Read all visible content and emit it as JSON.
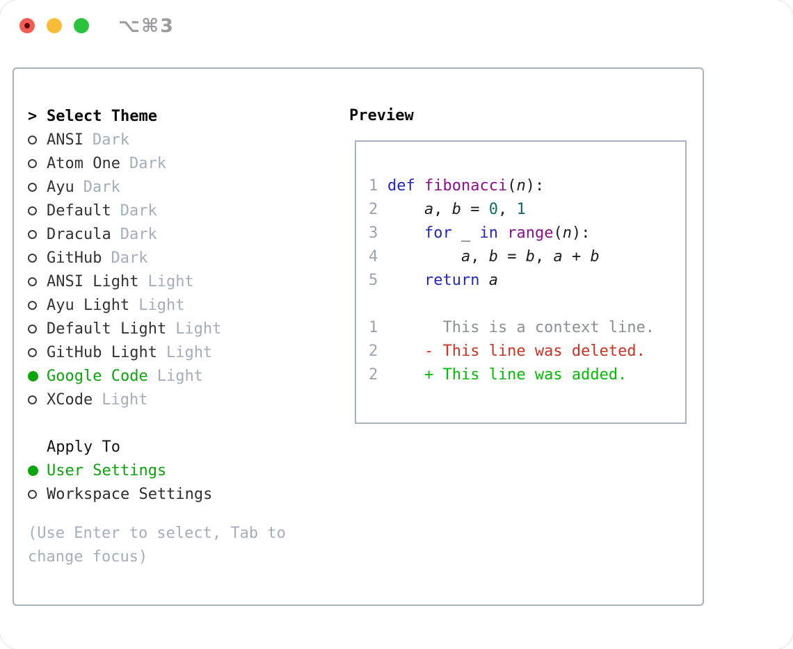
{
  "titlebar": {
    "shortcut": "⌥⌘3",
    "buttons": [
      "close",
      "minimize",
      "zoom"
    ]
  },
  "colors": {
    "accent_green": "#0aa50a",
    "added_green": "#00bd00",
    "deleted_red": "#cb3222",
    "keyword_blue": "#2525c0",
    "type_purple": "#8b0e8b",
    "literal_teal": "#0e6a6a",
    "muted_gray": "#a4adb9",
    "border_gray": "#a9b1ba",
    "traffic_red": "#f45b52",
    "traffic_yellow": "#f8bd35",
    "traffic_green": "#2bc23e"
  },
  "theme_list": {
    "cursor": ">",
    "title": "Select Theme",
    "items": [
      {
        "name": "ANSI",
        "variant": "Dark",
        "selected": false
      },
      {
        "name": "Atom One",
        "variant": "Dark",
        "selected": false
      },
      {
        "name": "Ayu",
        "variant": "Dark",
        "selected": false
      },
      {
        "name": "Default",
        "variant": "Dark",
        "selected": false
      },
      {
        "name": "Dracula",
        "variant": "Dark",
        "selected": false
      },
      {
        "name": "GitHub",
        "variant": "Dark",
        "selected": false
      },
      {
        "name": "ANSI Light",
        "variant": "Light",
        "selected": false
      },
      {
        "name": "Ayu Light",
        "variant": "Light",
        "selected": false
      },
      {
        "name": "Default Light",
        "variant": "Light",
        "selected": false
      },
      {
        "name": "GitHub Light",
        "variant": "Light",
        "selected": false
      },
      {
        "name": "Google Code",
        "variant": "Light",
        "selected": true
      },
      {
        "name": "XCode",
        "variant": "Light",
        "selected": false
      }
    ]
  },
  "apply_to": {
    "title": "Apply To",
    "options": [
      {
        "name": "User Settings",
        "selected": true
      },
      {
        "name": "Workspace Settings",
        "selected": false
      }
    ]
  },
  "help_text": "(Use Enter to select, Tab to change focus)",
  "preview": {
    "title": "Preview",
    "lines": [
      {
        "num": "1",
        "tokens": [
          {
            "t": "def",
            "c": "kwd"
          },
          {
            "t": " ",
            "c": "pln"
          },
          {
            "t": "fibonacci",
            "c": "typ"
          },
          {
            "t": "(",
            "c": "pln"
          },
          {
            "t": "n",
            "c": "var"
          },
          {
            "t": "):",
            "c": "pln"
          }
        ]
      },
      {
        "num": "2",
        "tokens": [
          {
            "t": "    ",
            "c": "pln"
          },
          {
            "t": "a",
            "c": "var"
          },
          {
            "t": ", ",
            "c": "pln"
          },
          {
            "t": "b",
            "c": "var"
          },
          {
            "t": " = ",
            "c": "pln"
          },
          {
            "t": "0",
            "c": "lit"
          },
          {
            "t": ", ",
            "c": "pln"
          },
          {
            "t": "1",
            "c": "lit"
          }
        ]
      },
      {
        "num": "3",
        "tokens": [
          {
            "t": "    ",
            "c": "pln"
          },
          {
            "t": "for",
            "c": "kwd"
          },
          {
            "t": " _ ",
            "c": "pln"
          },
          {
            "t": "in",
            "c": "kwd"
          },
          {
            "t": " ",
            "c": "pln"
          },
          {
            "t": "range",
            "c": "typ"
          },
          {
            "t": "(",
            "c": "pln"
          },
          {
            "t": "n",
            "c": "var"
          },
          {
            "t": "):",
            "c": "pln"
          }
        ]
      },
      {
        "num": "4",
        "tokens": [
          {
            "t": "        ",
            "c": "pln"
          },
          {
            "t": "a",
            "c": "var"
          },
          {
            "t": ", ",
            "c": "pln"
          },
          {
            "t": "b",
            "c": "var"
          },
          {
            "t": " = ",
            "c": "pln"
          },
          {
            "t": "b",
            "c": "var"
          },
          {
            "t": ", ",
            "c": "pln"
          },
          {
            "t": "a",
            "c": "var"
          },
          {
            "t": " + ",
            "c": "pln"
          },
          {
            "t": "b",
            "c": "var"
          }
        ]
      },
      {
        "num": "5",
        "tokens": [
          {
            "t": "    ",
            "c": "pln"
          },
          {
            "t": "return",
            "c": "kwd"
          },
          {
            "t": " ",
            "c": "pln"
          },
          {
            "t": "a",
            "c": "var"
          }
        ]
      },
      {
        "num": "",
        "tokens": []
      },
      {
        "num": "1",
        "tokens": [
          {
            "t": "      This is a context line.",
            "c": "ctx"
          }
        ]
      },
      {
        "num": "2",
        "tokens": [
          {
            "t": "    - This line was deleted.",
            "c": "del"
          }
        ]
      },
      {
        "num": "2",
        "tokens": [
          {
            "t": "    + This line was added.",
            "c": "add"
          }
        ]
      }
    ]
  }
}
